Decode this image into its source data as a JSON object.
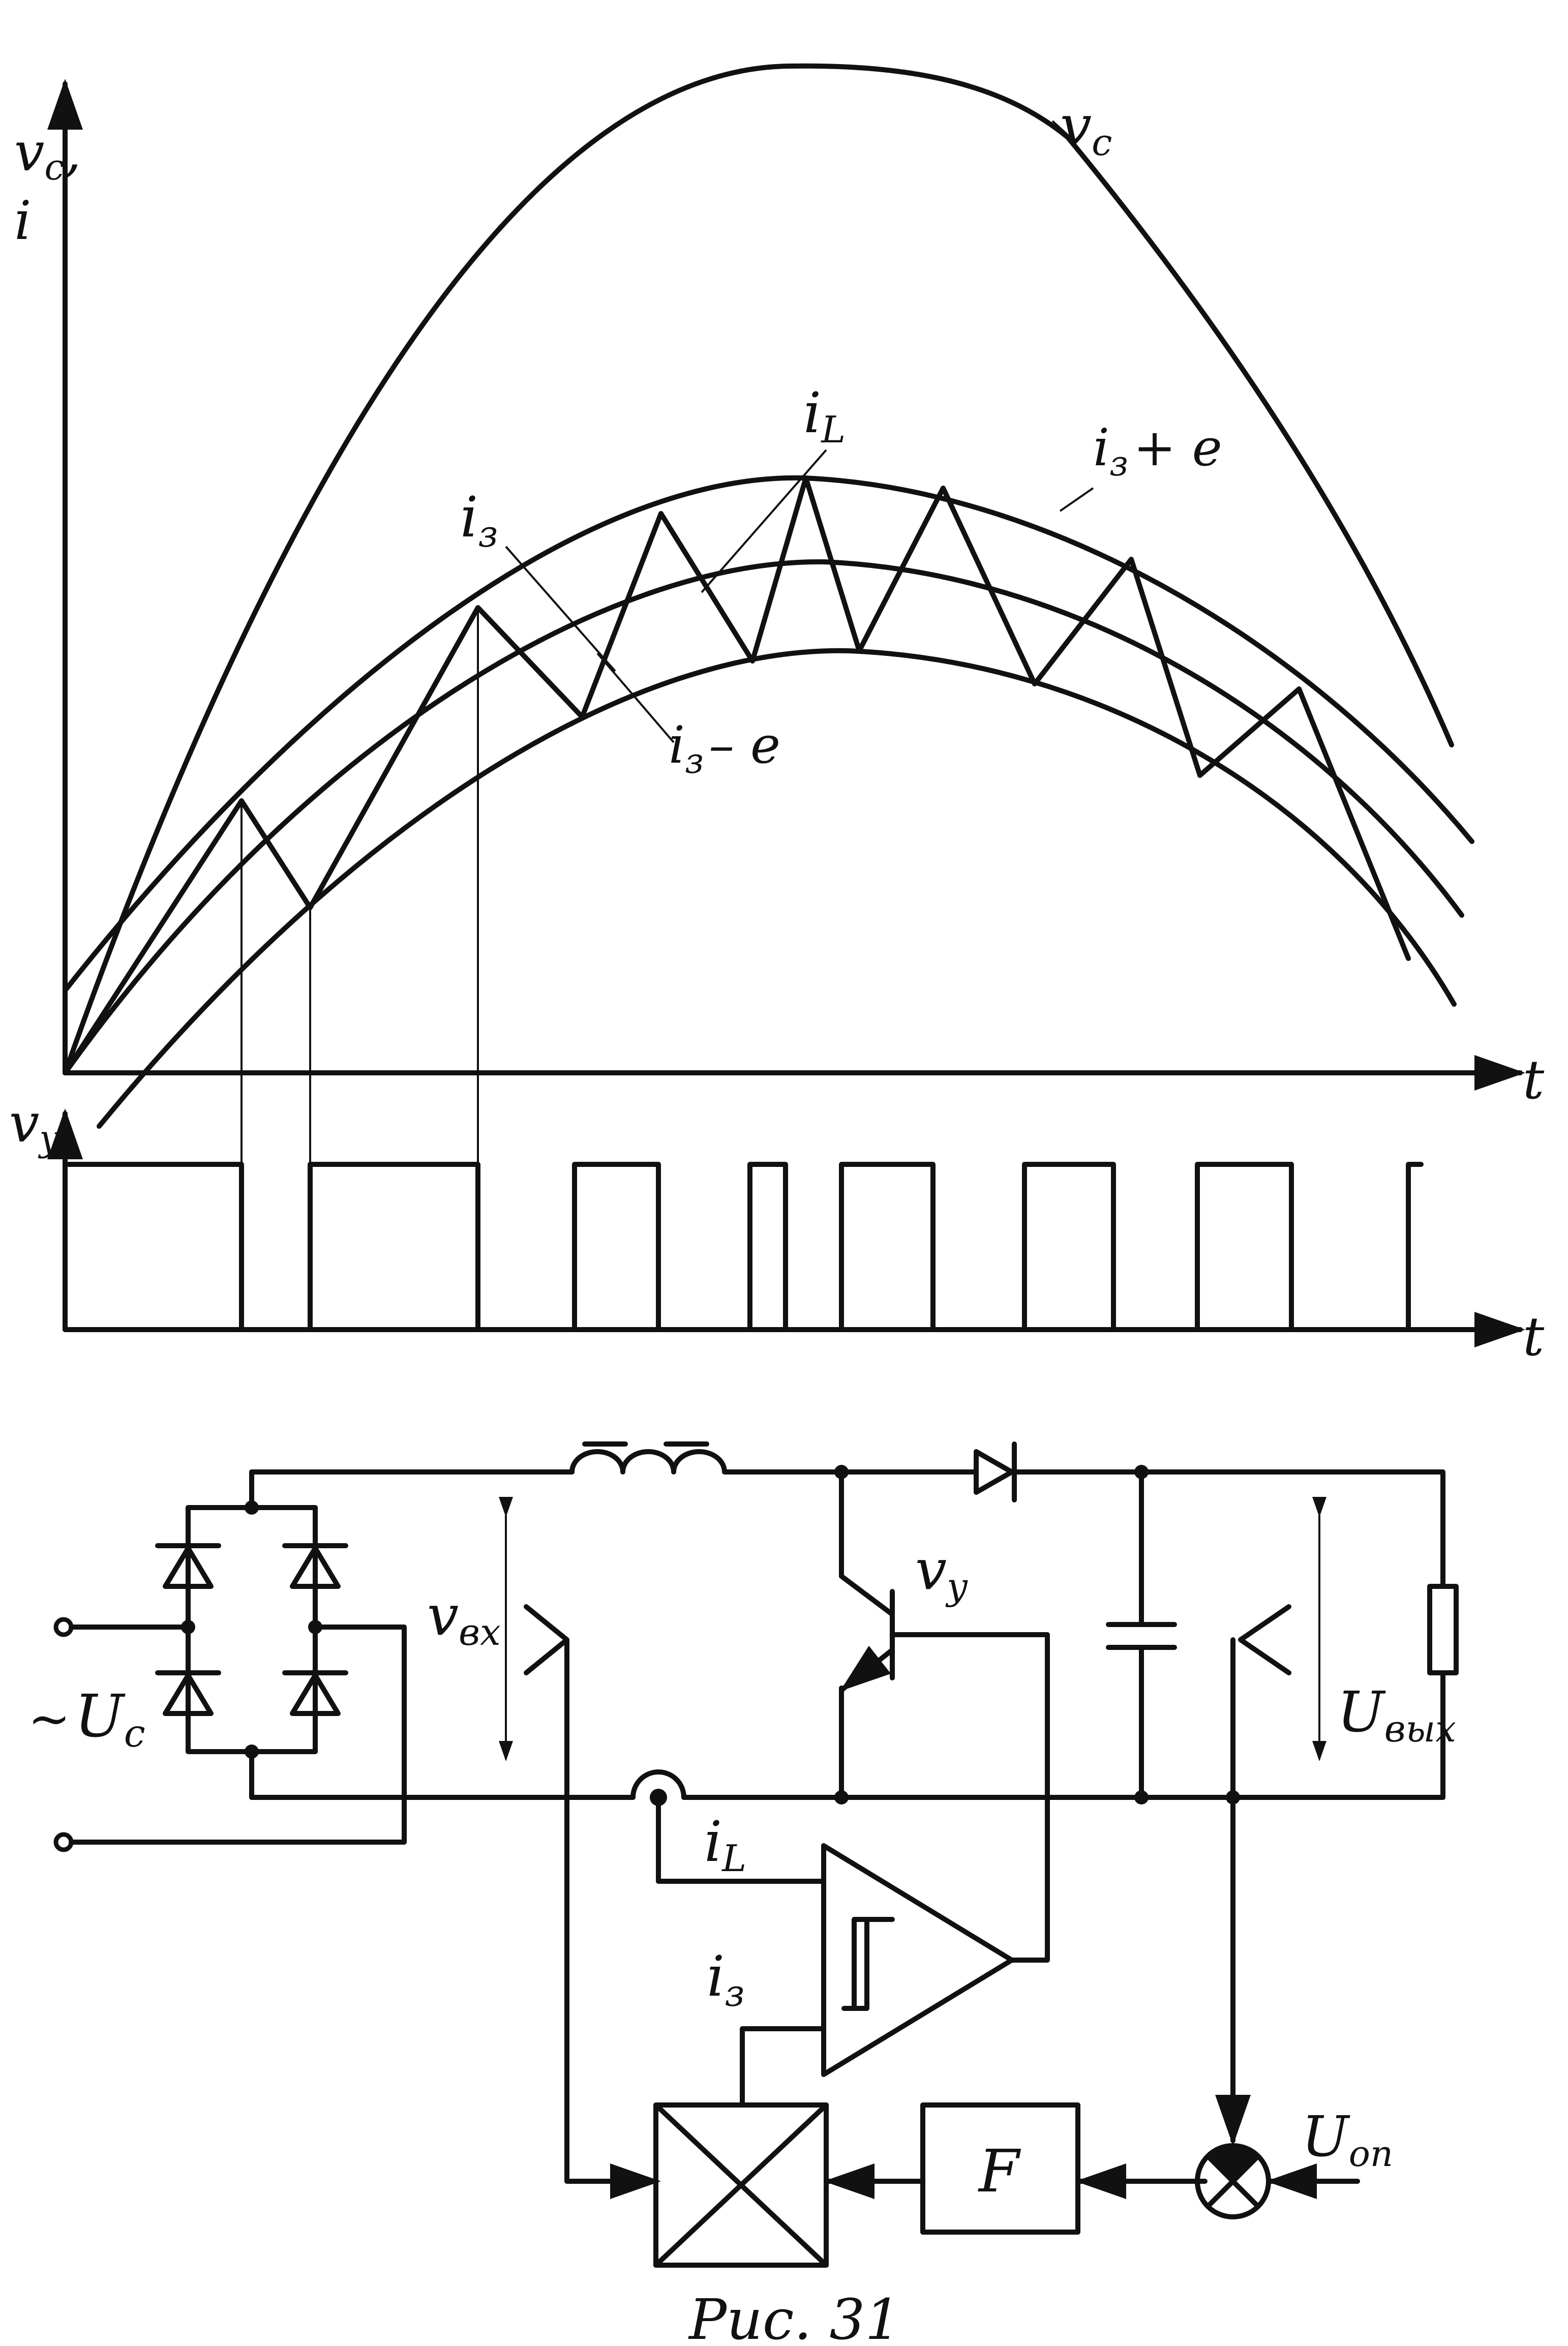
{
  "figure": {
    "caption": "Рис. 31",
    "timing": {
      "axis_t_upper": "t",
      "axis_t_lower": "t",
      "axis_y_upper": "v",
      "axis_y_upper_sub": "c",
      "axis_y_upper_suffix": ",",
      "axis_y_upper_line2": "i",
      "axis_y_lower": "v",
      "axis_y_lower_sub": "y",
      "curve_vc": "v",
      "curve_vc_sub": "c",
      "curve_iL": "i",
      "curve_iL_sub": "L",
      "curve_iz": "i",
      "curve_iz_sub": "з",
      "curve_iz_plus": "i",
      "curve_iz_plus_sub": "з",
      "curve_iz_plus_suffix": "+ e",
      "curve_iz_minus": "i",
      "curve_iz_minus_sub": "з",
      "curve_iz_minus_suffix": "– e"
    },
    "circuit": {
      "input_prefix": "~",
      "input_main": "U",
      "input_sub": "c",
      "vin_main": "v",
      "vin_sub": "вх",
      "vout_main": "U",
      "vout_sub": "вых",
      "gate_main": "v",
      "gate_sub": "y",
      "sense_main": "i",
      "sense_sub": "L",
      "ref_main": "i",
      "ref_sub": "з",
      "block_f": "F",
      "uop_main": "U",
      "uop_sub": "оп"
    }
  }
}
